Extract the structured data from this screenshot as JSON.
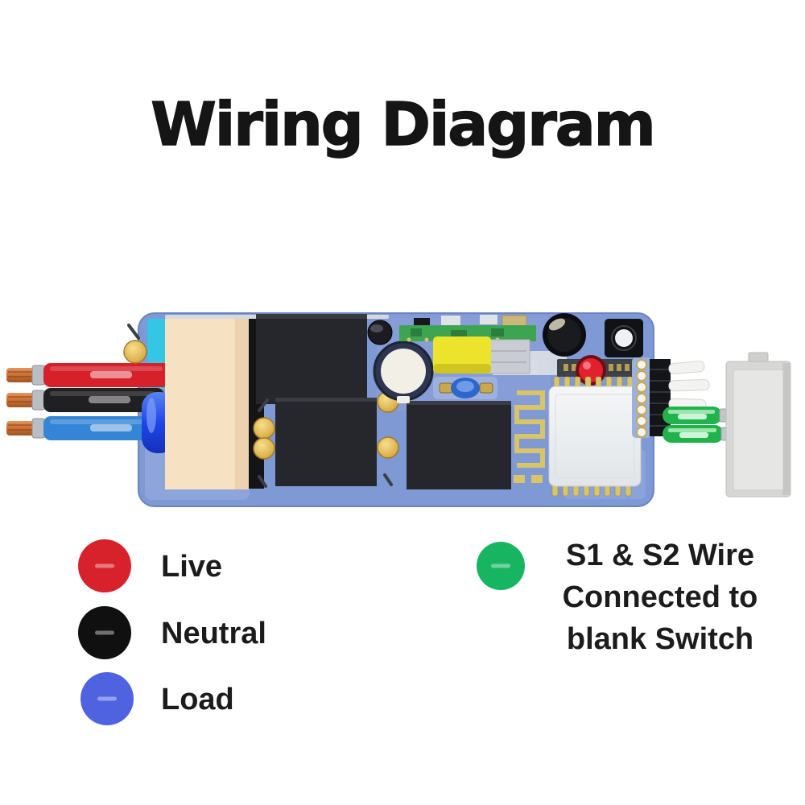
{
  "title": "Wiring Diagram",
  "legend": {
    "items": [
      {
        "label": "Live",
        "color": "#d7222b"
      },
      {
        "label": "Neutral",
        "color": "#101010"
      },
      {
        "label": "Load",
        "color": "#4f63e0"
      }
    ],
    "switch_note": {
      "color": "#17b561",
      "lines": [
        "S1 & S2 Wire",
        "Connected to",
        "blank Switch"
      ]
    }
  },
  "diagram": {
    "board_color": "#7f99d4",
    "wires": [
      {
        "id": "live",
        "color": "#d6212b"
      },
      {
        "id": "neutral",
        "color": "#202023"
      },
      {
        "id": "load",
        "color": "#3585d6"
      }
    ],
    "switch_wire_color": "#22b24c"
  }
}
